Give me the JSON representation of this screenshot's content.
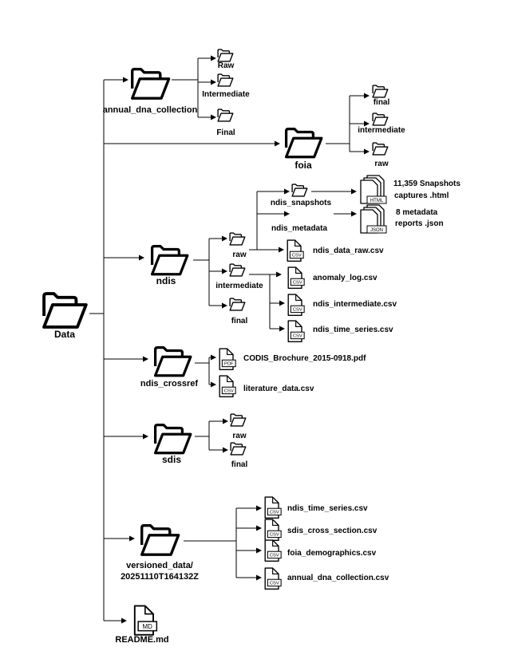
{
  "root": {
    "name": "Data"
  },
  "annual_dna_collection": {
    "name": "annual_dna_collection",
    "children": [
      "Raw",
      "Intermediate",
      "Final"
    ]
  },
  "foia": {
    "name": "foia",
    "children": [
      "final",
      "intermediate",
      "raw"
    ]
  },
  "ndis": {
    "name": "ndis",
    "raw": {
      "name": "raw",
      "snapshots": {
        "name": "ndis_snapshots",
        "badge": "HTML",
        "desc_line1": "11,359 Snapshots",
        "desc_line2": "captures .html"
      },
      "metadata": {
        "name": "ndis_metadata",
        "badge": "JSON",
        "desc_line1": "8 metadata",
        "desc_line2": "reports .json"
      },
      "file": "ndis_data_raw.csv"
    },
    "intermediate": {
      "name": "intermediate",
      "files": [
        "anomaly_log.csv",
        "ndis_intermediate.csv",
        "ndis_time_series.csv"
      ]
    },
    "final": {
      "name": "final"
    }
  },
  "ndis_crossref": {
    "name": "ndis_crossref",
    "files": [
      {
        "name": "CODIS_Brochure_2015-0918.pdf",
        "badge": "PDF"
      },
      {
        "name": "literature_data.csv",
        "badge": "CSV"
      }
    ]
  },
  "sdis": {
    "name": "sdis",
    "children": [
      "raw",
      "final"
    ]
  },
  "versioned_data": {
    "name_line1": "versioned_data/",
    "name_line2": "20251110T164132Z",
    "files": [
      "ndis_time_series.csv",
      "sdis_cross_section.csv",
      "foia_demographics.csv",
      "annual_dna_collection.csv"
    ]
  },
  "readme": {
    "name": "README.md",
    "badge": "MD"
  },
  "badges": {
    "csv": "CSV"
  }
}
